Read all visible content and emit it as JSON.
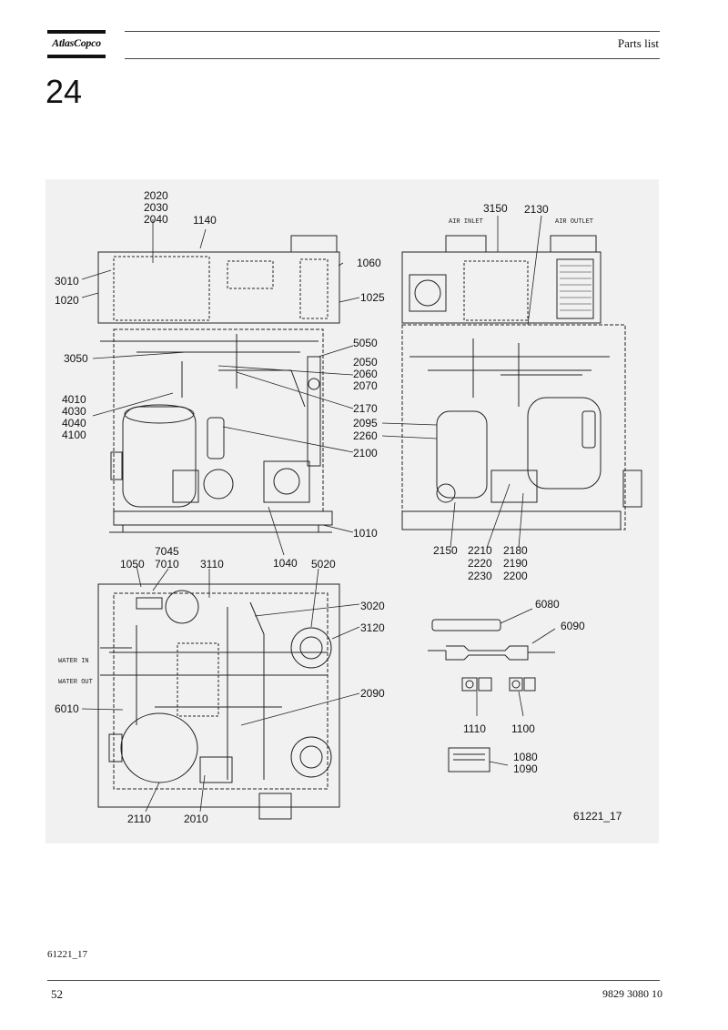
{
  "header": {
    "logo_text": "AtlasCopco",
    "section_title": "Parts list",
    "chapter_number": "24"
  },
  "drawing": {
    "figure_id": "61221_17",
    "callouts": {
      "c2020": "2020",
      "c2030": "2030",
      "c2040": "2040",
      "c1140": "1140",
      "c3010": "3010",
      "c1020": "1020",
      "c1060": "1060",
      "c1025": "1025",
      "c3050": "3050",
      "c5050": "5050",
      "c2050": "2050",
      "c2060": "2060",
      "c2070": "2070",
      "c4010": "4010",
      "c4030": "4030",
      "c4040": "4040",
      "c4100": "4100",
      "c2170": "2170",
      "c2095": "2095",
      "c2260": "2260",
      "c2100": "2100",
      "c1010": "1010",
      "c1040": "1040",
      "c3150": "3150",
      "c2130": "2130",
      "c2150": "2150",
      "c2210": "2210",
      "c2220": "2220",
      "c2230": "2230",
      "c2180": "2180",
      "c2190": "2190",
      "c2200": "2200",
      "c7045": "7045",
      "c7010": "7010",
      "c1050": "1050",
      "c3110": "3110",
      "c5020": "5020",
      "c3020": "3020",
      "c3120": "3120",
      "c6010": "6010",
      "c2090": "2090",
      "c2110": "2110",
      "c2010": "2010",
      "c6080": "6080",
      "c6090": "6090",
      "c1110": "1110",
      "c1100": "1100",
      "c1080": "1080",
      "c1090": "1090"
    },
    "inline_labels": {
      "air_inlet": "AIR INLET",
      "air_outlet": "AIR OUTLET",
      "water_in": "WATER IN",
      "water_out": "WATER OUT"
    }
  },
  "footer": {
    "caption": "61221_17",
    "page_number": "52",
    "document_number": "9829 3080 10"
  }
}
